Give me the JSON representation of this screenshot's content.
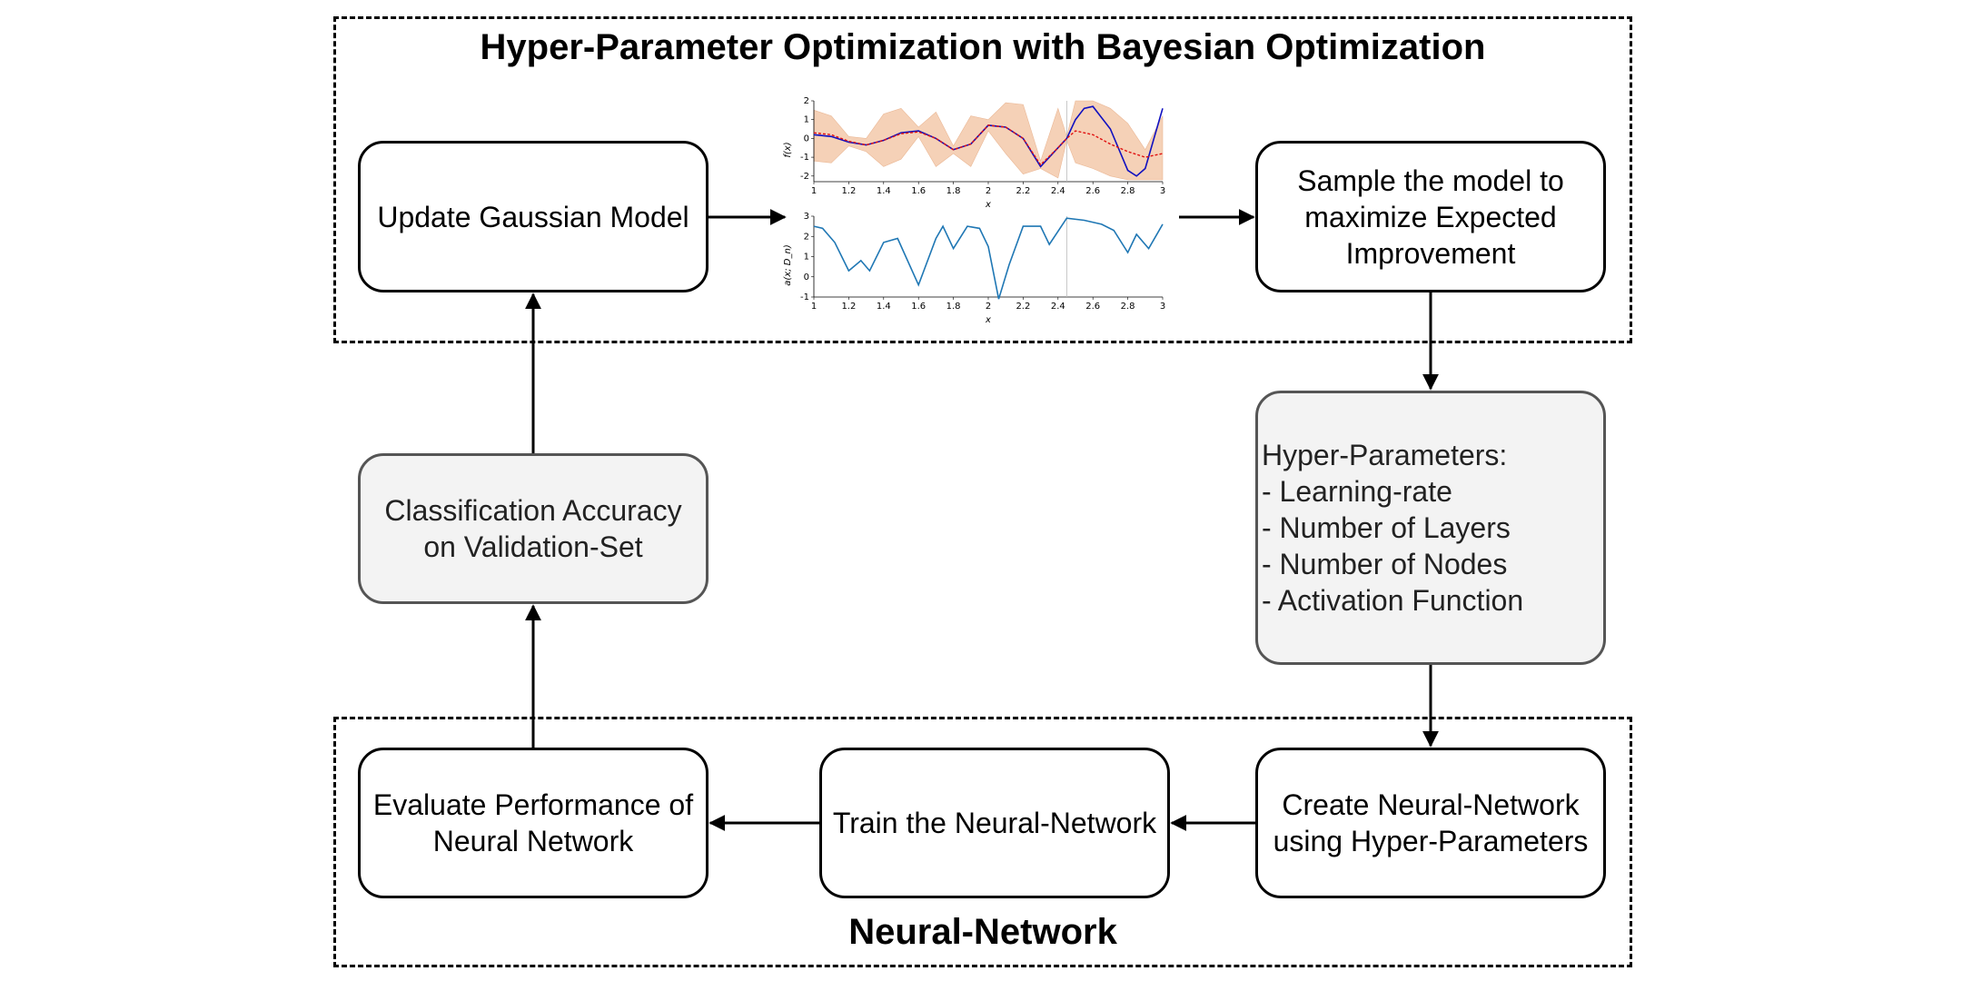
{
  "top_frame": {
    "title": "Hyper-Parameter Optimization with Bayesian Optimization"
  },
  "bottom_frame": {
    "title": "Neural-Network"
  },
  "boxes": {
    "update_gaussian": "Update Gaussian Model",
    "sample_model": [
      "Sample the model to",
      "maximize Expected",
      "Improvement"
    ],
    "hyper_parameters": {
      "heading": "Hyper-Parameters:",
      "items": [
        "- Learning-rate",
        "- Number of Layers",
        "- Number of Nodes",
        "- Activation Function"
      ]
    },
    "classification_accuracy": [
      "Classification Accuracy",
      "on Validation-Set"
    ],
    "evaluate_performance": [
      "Evaluate Performance of",
      "Neural Network"
    ],
    "train_network": "Train the Neural-Network",
    "create_network": [
      "Create Neural-Network",
      "using Hyper-Parameters"
    ]
  },
  "colors": {
    "true_function": "#1010c0",
    "mean": "#e01010",
    "uncertainty": "#f5cdb0",
    "acquisition": "#1f77b4"
  },
  "chart_data": [
    {
      "type": "line",
      "ylabel": "f(x)",
      "xlabel": "x",
      "xlim": [
        1,
        3
      ],
      "ylim": [
        -2.3,
        2
      ],
      "x_ticks": [
        "1",
        "1.2",
        "1.4",
        "1.6",
        "1.8",
        "2",
        "2.2",
        "2.4",
        "2.6",
        "2.8",
        "3"
      ],
      "y_ticks": [
        "-2",
        "-1",
        "0",
        "1",
        "2"
      ],
      "series": [
        {
          "role": "true_function",
          "x": [
            1.0,
            1.1,
            1.2,
            1.3,
            1.4,
            1.5,
            1.6,
            1.7,
            1.8,
            1.9,
            2.0,
            2.1,
            2.2,
            2.3,
            2.4,
            2.45,
            2.5,
            2.55,
            2.6,
            2.7,
            2.8,
            2.85,
            2.9,
            3.0
          ],
          "y": [
            0.2,
            0.1,
            -0.2,
            -0.35,
            -0.1,
            0.3,
            0.4,
            0.0,
            -0.6,
            -0.3,
            0.7,
            0.6,
            0.0,
            -1.5,
            -0.5,
            0.0,
            1.0,
            1.6,
            1.7,
            0.5,
            -1.7,
            -2.0,
            -1.6,
            1.6
          ]
        },
        {
          "role": "mean",
          "x": [
            1.0,
            1.1,
            1.2,
            1.3,
            1.4,
            1.5,
            1.6,
            1.7,
            1.8,
            1.9,
            2.0,
            2.1,
            2.2,
            2.3,
            2.4,
            2.45,
            2.5,
            2.6,
            2.7,
            2.8,
            2.9,
            3.0
          ],
          "y": [
            0.3,
            0.2,
            -0.15,
            -0.35,
            -0.1,
            0.25,
            0.35,
            0.0,
            -0.6,
            -0.3,
            0.7,
            0.6,
            0.0,
            -1.4,
            -0.5,
            0.0,
            0.4,
            0.2,
            -0.3,
            -0.7,
            -1.0,
            -0.8
          ]
        }
      ],
      "band": {
        "x": [
          1.0,
          1.1,
          1.2,
          1.3,
          1.4,
          1.5,
          1.6,
          1.7,
          1.8,
          1.9,
          2.0,
          2.1,
          2.2,
          2.3,
          2.4,
          2.45,
          2.5,
          2.6,
          2.7,
          2.8,
          2.9,
          3.0
        ],
        "upper": [
          1.5,
          1.2,
          0.1,
          0.0,
          1.3,
          1.6,
          0.6,
          1.4,
          -0.4,
          1.2,
          1.0,
          1.9,
          1.8,
          -1.2,
          1.6,
          0.1,
          2.0,
          2.0,
          1.6,
          0.8,
          -0.6,
          1.2
        ],
        "lower": [
          -1.2,
          -1.3,
          -0.4,
          -0.7,
          -1.5,
          -1.1,
          0.1,
          -1.5,
          -0.8,
          -1.5,
          0.4,
          -0.8,
          -1.9,
          -1.6,
          -2.1,
          -0.1,
          -1.3,
          -1.6,
          -2.0,
          -2.2,
          -2.2,
          -2.2
        ]
      },
      "marker_x": 2.45
    },
    {
      "type": "line",
      "ylabel": "a(x; D_n)",
      "xlabel": "x",
      "xlim": [
        1,
        3
      ],
      "ylim": [
        -1,
        3
      ],
      "x_ticks": [
        "1",
        "1.2",
        "1.4",
        "1.6",
        "1.8",
        "2",
        "2.2",
        "2.4",
        "2.6",
        "2.8",
        "3"
      ],
      "y_ticks": [
        "-1",
        "0",
        "1",
        "2",
        "3"
      ],
      "series": [
        {
          "role": "acquisition",
          "x": [
            1.0,
            1.05,
            1.12,
            1.2,
            1.27,
            1.32,
            1.4,
            1.48,
            1.6,
            1.7,
            1.74,
            1.8,
            1.88,
            1.95,
            2.0,
            2.06,
            2.12,
            2.2,
            2.3,
            2.35,
            2.45,
            2.55,
            2.65,
            2.72,
            2.8,
            2.85,
            2.92,
            3.0
          ],
          "y": [
            2.5,
            2.4,
            1.7,
            0.3,
            0.8,
            0.3,
            1.7,
            1.9,
            -0.4,
            1.9,
            2.5,
            1.4,
            2.5,
            2.4,
            1.5,
            -1.1,
            0.6,
            2.5,
            2.5,
            1.6,
            2.9,
            2.8,
            2.6,
            2.3,
            1.2,
            2.1,
            1.4,
            2.6
          ]
        }
      ],
      "marker_x": 2.45
    }
  ]
}
